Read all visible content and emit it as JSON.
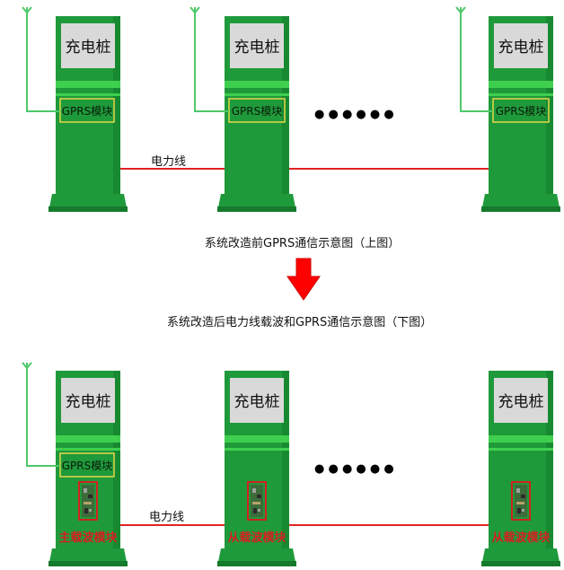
{
  "top": {
    "pile_label": "充电桩",
    "gprs_label": "GPRS模块",
    "power_line_label": "电力线",
    "ellipsis": "● ● ● ● ● ●",
    "caption": "系统改造前GPRS通信示意图（上图）"
  },
  "bottom": {
    "pile_label": "充电桩",
    "gprs_label": "GPRS模块",
    "power_line_label": "电力线",
    "ellipsis": "● ● ● ● ● ●",
    "master_label": "主载波模块",
    "slave_label": "从载波模块",
    "caption": "系统改造后电力线载波和GPRS通信示意图（下图）"
  },
  "colors": {
    "pile_green": "#1f9a3a",
    "pile_dark": "#157a2c",
    "band_light": "#3fcf4f",
    "screen_grey": "#d9d9d9",
    "wire_red": "#e02424",
    "antenna_green": "#4fc86a",
    "arrow_red": "#ff0000",
    "gprs_border": "#e6d84a",
    "carrier_border": "#d42020"
  }
}
